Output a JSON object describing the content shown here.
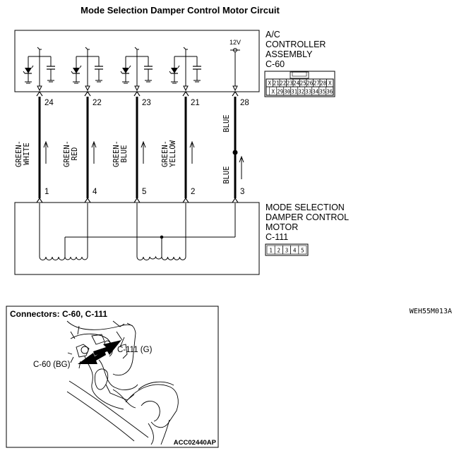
{
  "title": "Mode Selection Damper Control Motor Circuit",
  "controller": {
    "name_lines": [
      "A/C",
      "CONTROLLER",
      "ASSEMBLY"
    ],
    "connector": "C-60",
    "voltage": "12V",
    "connector_pins_top": [
      "X",
      "21",
      "22",
      "23",
      "24",
      "25",
      "26",
      "27",
      "28",
      "X"
    ],
    "connector_pins_bottom": [
      "X",
      "29",
      "30",
      "31",
      "32",
      "33",
      "34",
      "35",
      "36"
    ]
  },
  "motor": {
    "name_lines": [
      "MODE SELECTION",
      "DAMPER CONTROL",
      "MOTOR"
    ],
    "connector": "C-111",
    "connector_pins": [
      "1",
      "2",
      "3",
      "4",
      "5"
    ]
  },
  "wires": [
    {
      "top_pin": "24",
      "bottom_pin": "1",
      "color_lines": [
        "GREEN-",
        "WHITE"
      ]
    },
    {
      "top_pin": "22",
      "bottom_pin": "4",
      "color_lines": [
        "GREEN-",
        "RED"
      ]
    },
    {
      "top_pin": "23",
      "bottom_pin": "5",
      "color_lines": [
        "GREEN-",
        "BLUE"
      ]
    },
    {
      "top_pin": "21",
      "bottom_pin": "2",
      "color_lines": [
        "GREEN-",
        "YELLOW"
      ]
    },
    {
      "top_pin": "28",
      "bottom_pin": "3",
      "color_upper": "BLUE",
      "color_lower": "BLUE"
    }
  ],
  "figure_code": "WEH55M013A",
  "connectors_panel": {
    "title": "Connectors: C-60, C-111",
    "label_c111": "C-111 (G)",
    "label_c60": "C-60 (BG)",
    "code": "ACC02440AP"
  }
}
